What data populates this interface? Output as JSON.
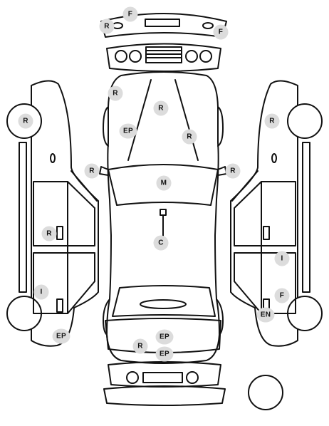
{
  "diagram": {
    "marker_color": "#dcdcdc",
    "line_color": "#111111",
    "markers": [
      {
        "id": "front-bumper-top",
        "label": "F"
      },
      {
        "id": "front-bumper-left",
        "label": "R"
      },
      {
        "id": "front-bumper-right",
        "label": "F"
      },
      {
        "id": "hood-left-edge",
        "label": "R"
      },
      {
        "id": "hood-center",
        "label": "R"
      },
      {
        "id": "hood-left",
        "label": "EP"
      },
      {
        "id": "hood-right",
        "label": "R"
      },
      {
        "id": "left-mirror",
        "label": "R"
      },
      {
        "id": "right-mirror",
        "label": "R"
      },
      {
        "id": "windshield",
        "label": "M"
      },
      {
        "id": "roof",
        "label": "C"
      },
      {
        "id": "left-front-wheel",
        "label": "R"
      },
      {
        "id": "left-front-door",
        "label": "R"
      },
      {
        "id": "left-rear-wheel-arch",
        "label": "I"
      },
      {
        "id": "left-rear-wheel",
        "label": "EP"
      },
      {
        "id": "right-front-wheel",
        "label": "R"
      },
      {
        "id": "right-rear-door",
        "label": "I"
      },
      {
        "id": "right-rear-quarter",
        "label": "F"
      },
      {
        "id": "right-rear-wheel-arch",
        "label": "EN"
      },
      {
        "id": "trunk-right-upper",
        "label": "EP"
      },
      {
        "id": "trunk-left",
        "label": "R"
      },
      {
        "id": "trunk-right-lower",
        "label": "EP"
      }
    ]
  }
}
